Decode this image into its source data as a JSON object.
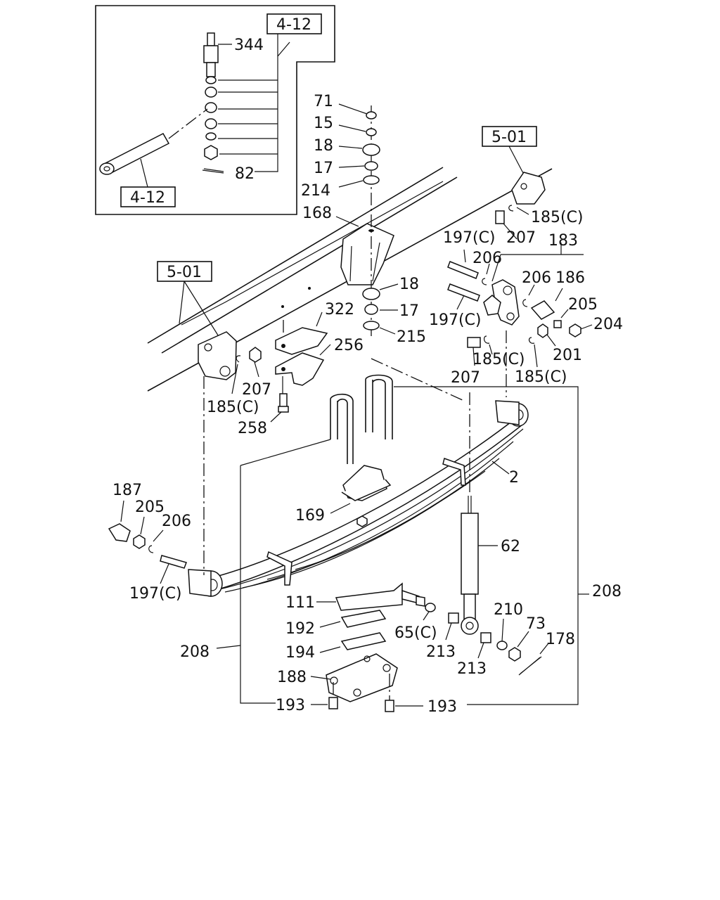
{
  "refs": {
    "inset_top": "4-12",
    "inset_bottom": "4-12",
    "frame_left": "5-01",
    "frame_right": "5-01"
  },
  "labels": {
    "p344": "344",
    "p82": "82",
    "p71": "71",
    "p15": "15",
    "p18a": "18",
    "p17a": "17",
    "p214": "214",
    "p168": "168",
    "p18b": "18",
    "p17b": "17",
    "p215": "215",
    "p322": "322",
    "p256": "256",
    "p207a": "207",
    "p185a": "185(C)",
    "p258": "258",
    "p185b": "185(C)",
    "p197a": "197(C)",
    "p207b": "207",
    "p183": "183",
    "p206a": "206",
    "p206b": "206",
    "p186": "186",
    "p197b": "197(C)",
    "p205a": "205",
    "p204": "204",
    "p185c": "185(C)",
    "p201": "201",
    "p207c": "207",
    "p185d": "185(C)",
    "p2": "2",
    "p169": "169",
    "p62": "62",
    "p187": "187",
    "p205b": "205",
    "p206c": "206",
    "p197c": "197(C)",
    "p208a": "208",
    "p208b": "208",
    "p111": "111",
    "p192": "192",
    "p194": "194",
    "p188": "188",
    "p193a": "193",
    "p193b": "193",
    "p65": "65(C)",
    "p213a": "213",
    "p213b": "213",
    "p210": "210",
    "p73": "73",
    "p178": "178"
  }
}
